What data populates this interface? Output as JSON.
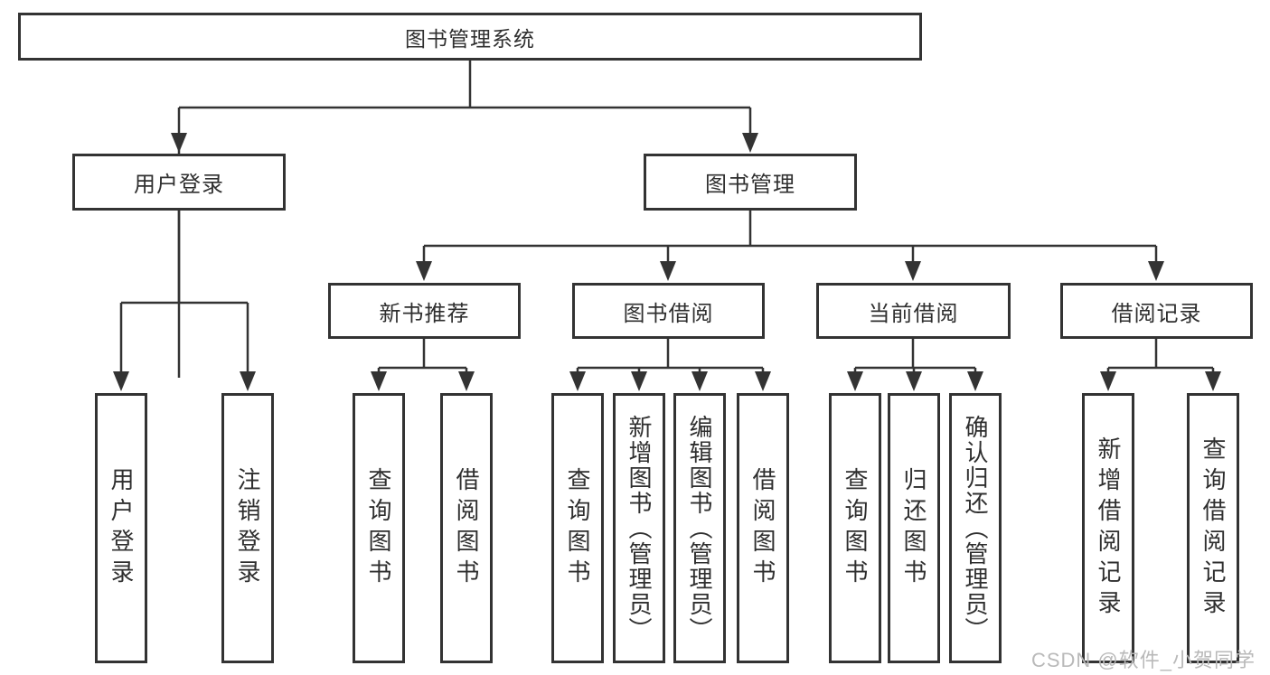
{
  "tree": {
    "root": {
      "label": "图书管理系统",
      "children": [
        {
          "label": "用户登录",
          "children": [
            {
              "label": "用户登录"
            },
            {
              "label": "注销登录"
            }
          ]
        },
        {
          "label": "图书管理",
          "children": [
            {
              "label": "新书推荐",
              "children": [
                {
                  "label": "查询图书"
                },
                {
                  "label": "借阅图书"
                }
              ]
            },
            {
              "label": "图书借阅",
              "children": [
                {
                  "label": "查询图书"
                },
                {
                  "label": "新增图书（管理员）"
                },
                {
                  "label": "编辑图书（管理员）"
                },
                {
                  "label": "借阅图书"
                }
              ]
            },
            {
              "label": "当前借阅",
              "children": [
                {
                  "label": "查询图书"
                },
                {
                  "label": "归还图书"
                },
                {
                  "label": "确认归还（管理员）"
                }
              ]
            },
            {
              "label": "借阅记录",
              "children": [
                {
                  "label": "新增借阅记录"
                },
                {
                  "label": "查询借阅记录"
                }
              ]
            }
          ]
        }
      ]
    }
  },
  "watermark": {
    "text": "CSDN @软件_小贺同学"
  },
  "colors": {
    "line": "#333333",
    "border": "#333333",
    "text": "#2f2f2f",
    "watermark_gray": "#b9b9b9",
    "background": "#ffffff"
  }
}
